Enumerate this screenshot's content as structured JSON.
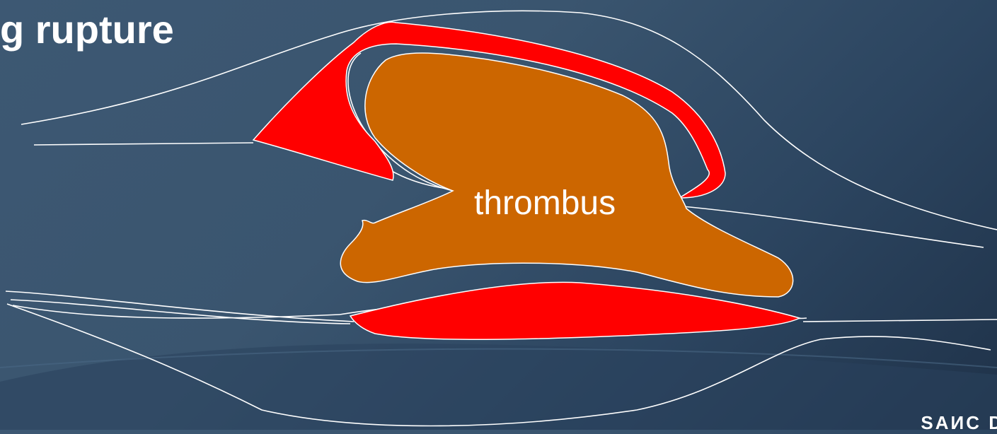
{
  "slide": {
    "title": "g rupture",
    "footer_logo": "SАИС D"
  },
  "diagram": {
    "thrombus_label": "thrombus",
    "colors": {
      "thrombus": "#cc6600",
      "rupture": "#ff0000",
      "lines": "#ffffff"
    }
  }
}
